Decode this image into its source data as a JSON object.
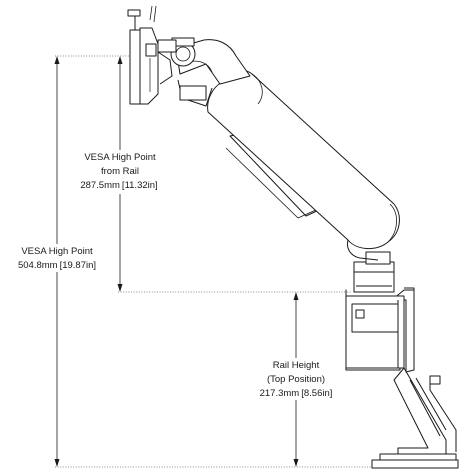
{
  "labels": {
    "vesa_high_point": {
      "line1": "VESA High Point",
      "value_mm": "504.8mm",
      "value_in": "19.87in"
    },
    "vesa_from_rail": {
      "line1": "VESA High Point",
      "line2": "from Rail",
      "value_mm": "287.5mm",
      "value_in": "11.32in"
    },
    "rail_height": {
      "line1": "Rail Height",
      "line2": "(Top Position)",
      "value_mm": "217.3mm",
      "value_in": "8.56in"
    }
  },
  "colors": {
    "line": "#1a1a1a",
    "fill": "#ffffff"
  }
}
